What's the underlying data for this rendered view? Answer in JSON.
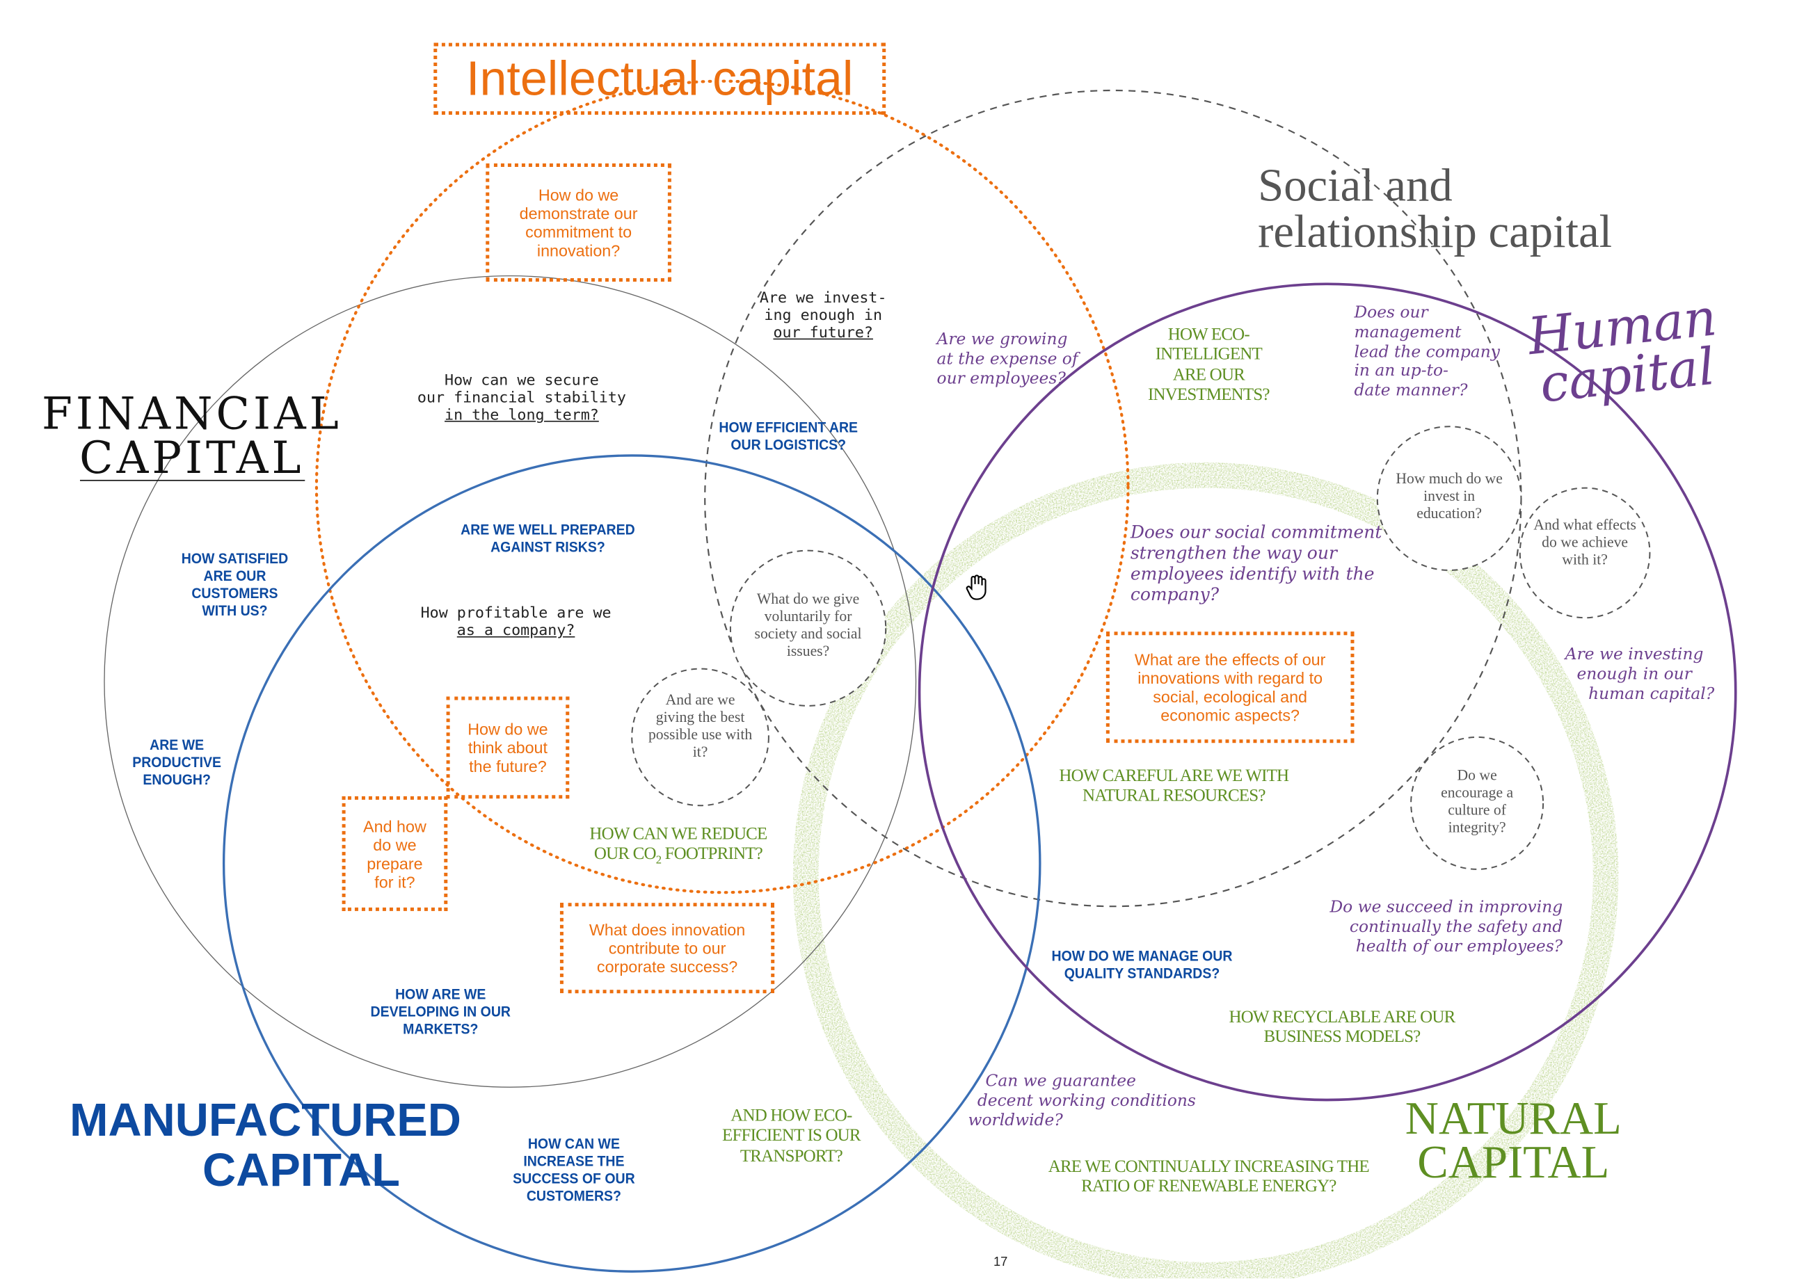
{
  "titles": {
    "intellectual": "Intellectual capital",
    "social": [
      "Social and",
      "relationship capital"
    ],
    "human": [
      "Human",
      "capital"
    ],
    "financial": [
      "FINANCIAL",
      "CAPITAL"
    ],
    "manufactured": [
      "MANUFACTURED",
      "CAPITAL"
    ],
    "natural": [
      "NATURAL",
      "CAPITAL"
    ]
  },
  "financial_questions": {
    "stability": [
      "How can we secure",
      "our financial stability",
      "in the long term?"
    ],
    "profitable": [
      "How profitable are we",
      "as a company?"
    ],
    "invest_future": [
      "Are we invest-",
      "ing enough in",
      "our future?"
    ]
  },
  "manufactured_questions": {
    "satisfied": [
      "HOW SATISFIED",
      "ARE OUR CUSTOMERS",
      "WITH US?"
    ],
    "productive": [
      "ARE WE",
      "PRODUCTIVE",
      "ENOUGH?"
    ],
    "risks": [
      "ARE WE WELL PREPARED",
      "AGAINST RISKS?"
    ],
    "logistics": [
      "HOW EFFICIENT ARE",
      "OUR LOGISTICS?"
    ],
    "markets": [
      "HOW ARE WE",
      "DEVELOPING IN OUR",
      "MARKETS?"
    ],
    "customers_success": [
      "HOW CAN WE",
      "INCREASE THE",
      "SUCCESS OF OUR",
      "CUSTOMERS?"
    ],
    "quality": [
      "HOW DO WE MANAGE OUR",
      "QUALITY STANDARDS?"
    ]
  },
  "intellectual_questions": {
    "innovation": "How do we demonstrate our commitment to innovation?",
    "future": "How do we think about the future?",
    "prepare": "And how do we prepare for it?",
    "success": "What does innovation contribute to our corporate success?",
    "effects": "What are the effects of our innovations with regard to social, ecological and economic aspects?"
  },
  "social_questions": {
    "voluntarily": "What do we give voluntarily for society and social issues?",
    "best_use": "And are we giving the best possible use with it?",
    "education": "How much do we invest in education?",
    "effects": "And what effects do we achieve with it?",
    "integrity": "Do we encourage a culture of integrity?"
  },
  "natural_questions": {
    "eco_invest": [
      "HOW ECO-",
      "INTELLIGENT",
      "ARE OUR",
      "INVESTMENTS?"
    ],
    "co2": [
      "HOW CAN WE REDUCE",
      "OUR CO",
      "2",
      " FOOTPRINT?"
    ],
    "resources": [
      "HOW CAREFUL ARE WE WITH",
      "NATURAL RESOURCES?"
    ],
    "recyclable": [
      "HOW RECYCLABLE ARE OUR",
      "BUSINESS MODELS?"
    ],
    "transport": [
      "AND HOW ECO-",
      "EFFICIENT IS OUR",
      "TRANSPORT?"
    ],
    "renewable": [
      "ARE WE CONTINUALLY INCREASING THE",
      "RATIO OF RENEWABLE ENERGY?"
    ]
  },
  "human_questions": {
    "expense": [
      "Are we growing",
      "at the expense of",
      "our employees?"
    ],
    "management": [
      "Does our",
      "management",
      "lead the company",
      "in an up-to-",
      "date manner?"
    ],
    "social_commitment": [
      "Does our social commitment",
      "strengthen the way our",
      "employees identify with the",
      "company?"
    ],
    "human_capital": [
      "Are we investing",
      "enough in our",
      "human capital?"
    ],
    "safety": [
      "Do we succeed in improving",
      "continually the safety and",
      "health of our employees?"
    ],
    "conditions": [
      "Can we guarantee",
      "decent working conditions",
      "worldwide?"
    ]
  },
  "page_number": "17",
  "colors": {
    "orange": "#ec6f10",
    "blue": "#0d4aa0",
    "green": "#5e8f22",
    "purple": "#6c3f8e",
    "gray": "#555555"
  }
}
